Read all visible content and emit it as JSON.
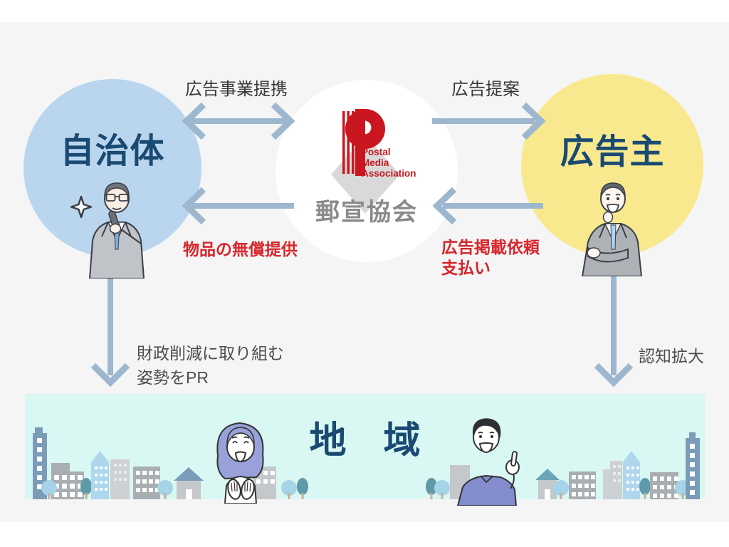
{
  "colors": {
    "page-bg": "#ffffff",
    "panel-bg": "#f5f5f5",
    "circle-blue": "#b9d6ee",
    "circle-yellow": "#f8e98e",
    "circle-white": "#ffffff",
    "band-bg": "#d9f7f3",
    "arrow": "#9cb7ce",
    "navy": "#1a4a72",
    "red": "#d7252b",
    "logo-red": "#c9161f",
    "label-dark": "#3a3a3a",
    "label-gray": "#4d4d4d",
    "assoc-gray": "#8a8a8a"
  },
  "entities": {
    "municipality": {
      "label": "自治体"
    },
    "association": {
      "name_ja": "郵宣協会",
      "logo": {
        "line1": "Postal",
        "line2": "Media",
        "line3": "Association"
      }
    },
    "advertiser": {
      "label": "広告主"
    },
    "region": {
      "label": "地　域"
    }
  },
  "arrows": {
    "partnership": {
      "label": "広告事業提携",
      "direction": "bidirectional",
      "between": [
        "自治体",
        "郵宣協会"
      ]
    },
    "proposal": {
      "label": "広告提案",
      "direction": "to-advertiser",
      "between": [
        "郵宣協会",
        "広告主"
      ]
    },
    "goods_provision": {
      "label": "物品の無償提供",
      "direction": "to-municipality",
      "between": [
        "郵宣協会",
        "自治体"
      ]
    },
    "placement_request": {
      "line1": "広告掲載依頼",
      "line2": "支払い",
      "direction": "to-association",
      "between": [
        "広告主",
        "郵宣協会"
      ]
    },
    "pr": {
      "line1": "財政削減に取り組む",
      "line2": "姿勢をPR",
      "direction": "down",
      "between": [
        "自治体",
        "地域"
      ]
    },
    "awareness": {
      "label": "認知拡大",
      "direction": "down",
      "between": [
        "広告主",
        "地域"
      ]
    }
  },
  "illustrations": {
    "municipality_person": "man-with-microphone",
    "advertiser_person": "businessman-hand-on-chin",
    "region_people": [
      "woman-clapping",
      "man-pointing-up"
    ]
  }
}
